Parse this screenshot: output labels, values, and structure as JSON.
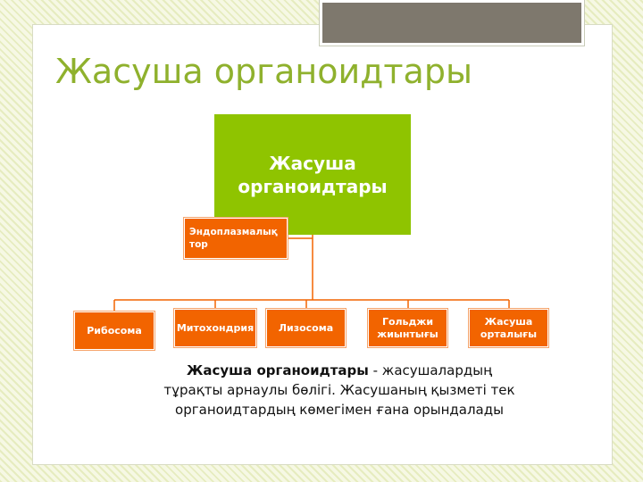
{
  "slide": {
    "title": "Жасуша органоидтары",
    "colors": {
      "title": "#8fb12d",
      "root": "#8fc400",
      "node": "#f26400",
      "connector": "#f26400"
    }
  },
  "diagram": {
    "root": "Жасуша органоидтары",
    "side_node": "Эндоплазмалық тор",
    "children": [
      "Рибосома",
      "Митохондрия",
      "Лизосома",
      "Гольджи жиынтығы",
      "Жасуша орталығы"
    ]
  },
  "caption": {
    "bold_term": "Жасуша органоидтары",
    "rest": " - жасушалардың тұрақты арнаулы бөлігі. Жасушаның қызметі тек органоидтардың көмегімен ғана орындалады"
  }
}
